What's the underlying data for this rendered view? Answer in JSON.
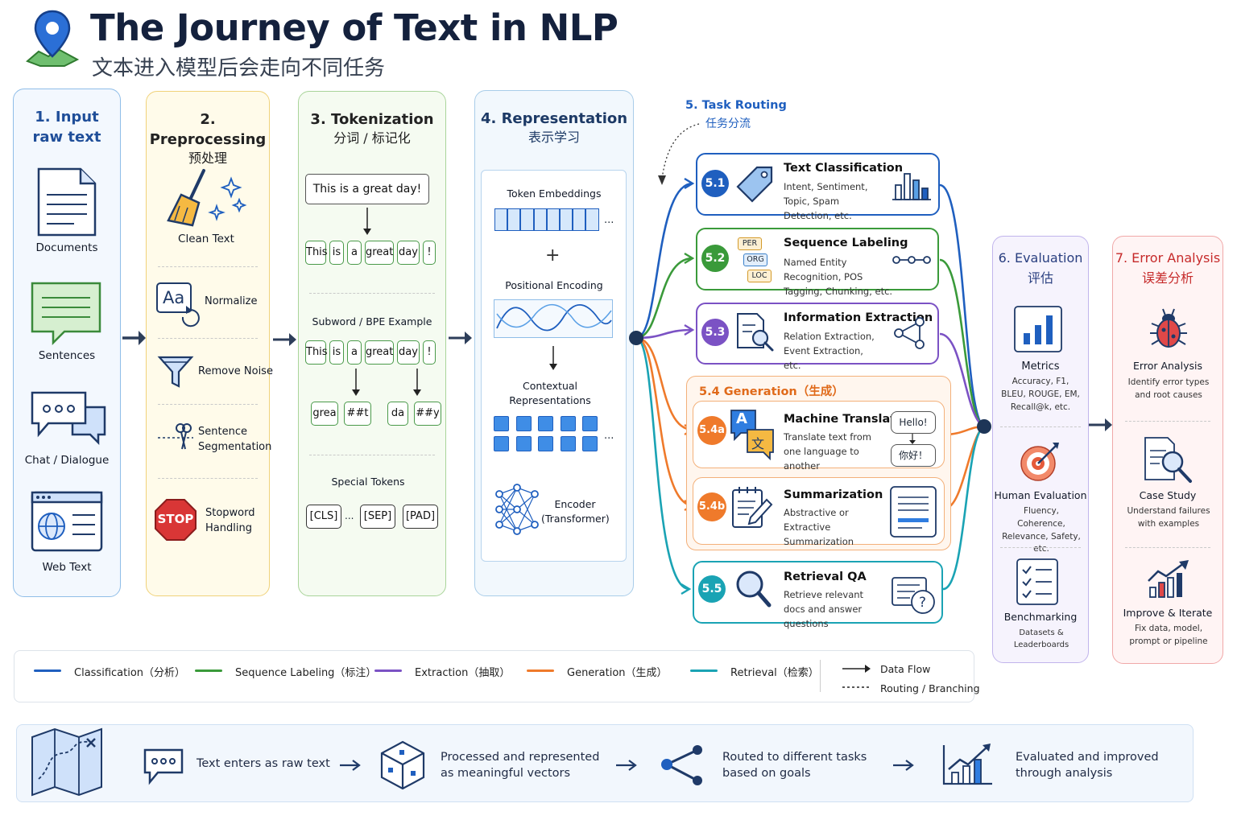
{
  "title": "The Journey of Text in NLP",
  "subtitle": "文本进入模型后会走向不同任务",
  "colors": {
    "classification": "#1f5fbf",
    "sequence": "#3a9a3a",
    "extraction": "#7b52c4",
    "generation": "#ef7a2b",
    "retrieval": "#1aa3b4",
    "evaluation": "#7a66c9",
    "error": "#e05555"
  },
  "input": {
    "title": "1. Input",
    "title2": "raw text",
    "items": [
      "Documents",
      "Sentences",
      "Chat / Dialogue",
      "Web Text"
    ],
    "icons": [
      "document-icon",
      "sentence-bubble-icon",
      "chat-icon",
      "web-icon"
    ]
  },
  "preprocessing": {
    "title": "2. Preprocessing",
    "sub": "预处理",
    "clean": "Clean Text",
    "normalize": "Normalize",
    "aa": "Aa",
    "noise": "Remove Noise",
    "segmentation": "Sentence Segmentation",
    "stopword": "Stopword Handling",
    "stop_sign": "STOP"
  },
  "tokenization": {
    "title": "3. Tokenization",
    "sub": "分词 / 标记化",
    "sentence": "This is a great day!",
    "tokens": [
      "This",
      "is",
      "a",
      "great",
      "day",
      "!"
    ],
    "bpe_title": "Subword / BPE Example",
    "bpe_tokens": [
      "This",
      "is",
      "a",
      "great",
      "day",
      "!"
    ],
    "subwords": [
      "grea",
      "##t",
      "da",
      "##y"
    ],
    "special_title": "Special Tokens",
    "special": [
      "[CLS]",
      "[SEP]",
      "[PAD]"
    ],
    "ellipsis": "..."
  },
  "representation": {
    "title": "4. Representation",
    "sub": "表示学习",
    "token_emb": "Token Embeddings",
    "plus": "+",
    "positional": "Positional Encoding",
    "contextual": "Contextual Representations",
    "encoder": "Encoder (Transformer)",
    "ellipsis": "..."
  },
  "routing": {
    "title": "5. Task Routing",
    "sub": "任务分流"
  },
  "tasks": [
    {
      "badge": "5.1",
      "title": "Text Classification",
      "desc": "Intent, Sentiment, Topic, Spam Detection, etc."
    },
    {
      "badge": "5.2",
      "title": "Sequence Labeling",
      "desc": "Named Entity Recognition, POS Tagging, Chunking, etc.",
      "tags": [
        "PER",
        "ORG",
        "LOC"
      ]
    },
    {
      "badge": "5.3",
      "title": "Information Extraction",
      "desc": "Relation Extraction, Event Extraction, etc."
    },
    {
      "badge": "5.5",
      "title": "Retrieval QA",
      "desc": "Retrieve relevant docs and answer questions"
    }
  ],
  "generation": {
    "title": "5.4 Generation（生成）",
    "mt": {
      "badge": "5.4a",
      "title": "Machine Translation",
      "desc": "Translate text from one language to another",
      "hello": "Hello!",
      "nihao": "你好！",
      "a": "A",
      "wen": "文"
    },
    "sum": {
      "badge": "5.4b",
      "title": "Summarization",
      "desc": "Abstractive or Extractive Summarization"
    }
  },
  "evaluation": {
    "title": "6. Evaluation",
    "sub": "评估",
    "metrics": "Metrics",
    "metrics_desc": "Accuracy, F1, BLEU, ROUGE, EM, Recall@k, etc.",
    "human": "Human Evaluation",
    "human_desc": "Fluency, Coherence, Relevance, Safety, etc.",
    "bench": "Benchmarking",
    "bench_desc": "Datasets & Leaderboards"
  },
  "error": {
    "title": "7. Error Analysis",
    "sub": "误差分析",
    "ea": "Error Analysis",
    "ea_desc": "Identify error types and root causes",
    "case": "Case Study",
    "case_desc": "Understand failures with examples",
    "improve": "Improve & Iterate",
    "improve_desc": "Fix data, model, prompt or pipeline"
  },
  "legend": [
    {
      "label": "Classification（分析）",
      "color": "#1f5fbf"
    },
    {
      "label": "Sequence Labeling（标注）",
      "color": "#3a9a3a"
    },
    {
      "label": "Extraction（抽取）",
      "color": "#7b52c4"
    },
    {
      "label": "Generation（生成）",
      "color": "#ef7a2b"
    },
    {
      "label": "Retrieval（检索）",
      "color": "#1aa3b4"
    }
  ],
  "legend_flow": {
    "data": "Data Flow",
    "routing": "Routing / Branching"
  },
  "summary": [
    "Text enters as raw text",
    "Processed and represented as meaningful vectors",
    "Routed to different tasks based on goals",
    "Evaluated and improved through analysis"
  ]
}
